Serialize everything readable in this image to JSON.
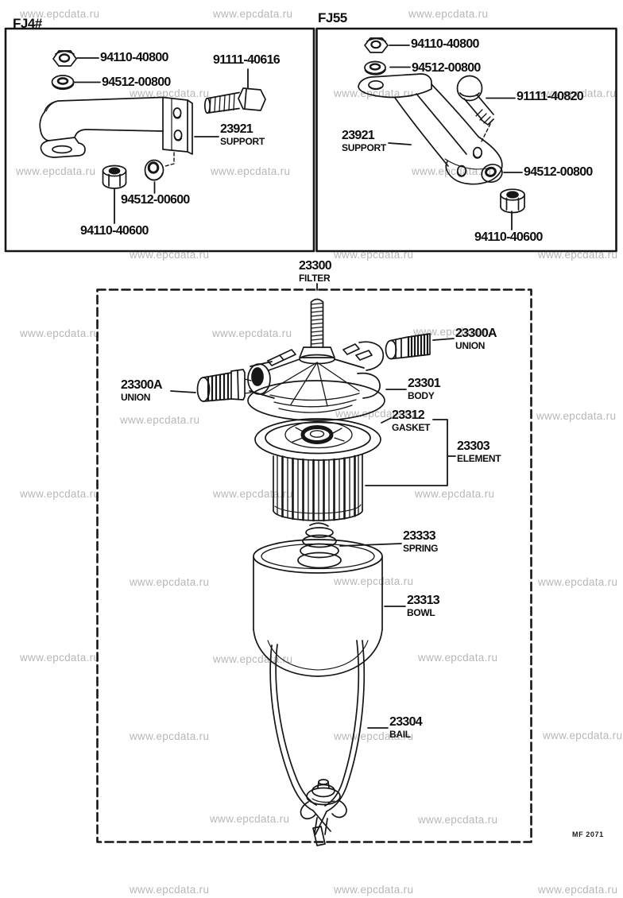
{
  "watermark": {
    "text": "www.epcdata.ru"
  },
  "footer": {
    "code": "MF 2071"
  },
  "panel_fj4": {
    "title": "FJ4#",
    "nut_upper": "94110-40800",
    "washer_upper": "94512-00800",
    "bolt": "91111-40616",
    "support_num": "23921",
    "support_name": "SUPPORT",
    "washer_lower": "94512-00600",
    "nut_lower": "94110-40600"
  },
  "panel_fj55": {
    "title": "FJ55",
    "nut_upper": "94110-40800",
    "washer_upper": "94512-00800",
    "bolt": "91111-40820",
    "support_num": "23921",
    "support_name": "SUPPORT",
    "washer_lower": "94512-00800",
    "nut_lower": "94110-40600"
  },
  "filter": {
    "assembly_num": "23300",
    "assembly_name": "FILTER",
    "union_left_num": "23300A",
    "union_left_name": "UNION",
    "union_right_num": "23300A",
    "union_right_name": "UNION",
    "body_num": "23301",
    "body_name": "BODY",
    "gasket_num": "23312",
    "gasket_name": "GASKET",
    "element_num": "23303",
    "element_name": "ELEMENT",
    "spring_num": "23333",
    "spring_name": "SPRING",
    "bowl_num": "23313",
    "bowl_name": "BOWL",
    "bail_num": "23304",
    "bail_name": "BAIL"
  }
}
